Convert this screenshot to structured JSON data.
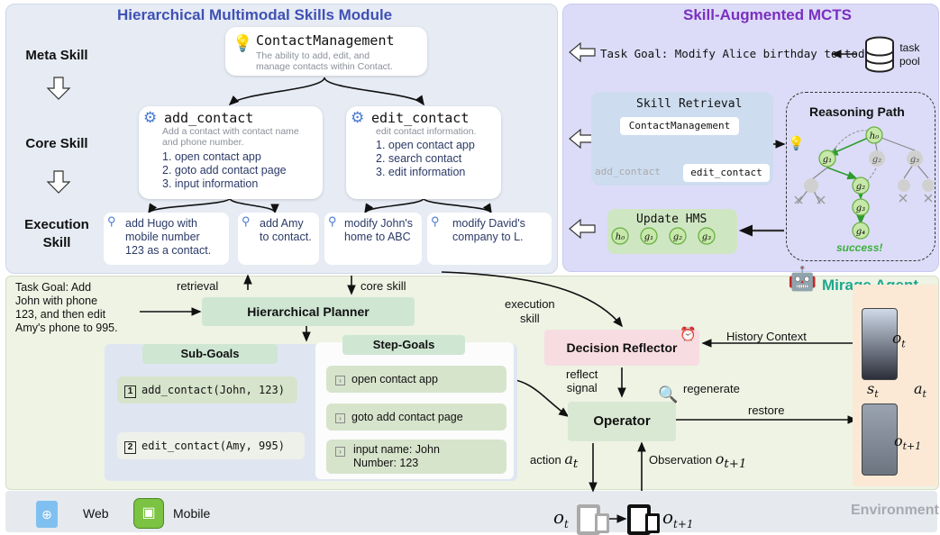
{
  "hms": {
    "title": "Hierarchical Multimodal Skills Module",
    "levels": {
      "meta": "Meta Skill",
      "core": "Core Skill",
      "execution_1": "Execution",
      "execution_2": "Skill"
    },
    "meta_card": {
      "name": "ContactManagement",
      "desc_1": "The ability to add, edit, and",
      "desc_2": "manage contacts within Contact."
    },
    "add_card": {
      "name": "add_contact",
      "desc_1": "Add a contact with contact name",
      "desc_2": "and phone number.",
      "step1": "1. open contact app",
      "step2": "2. goto add contact page",
      "step3": "3. input information"
    },
    "edit_card": {
      "name": "edit_contact",
      "desc_1": "edit contact information.",
      "step1": "1. open contact app",
      "step2": "2. search contact",
      "step3": "3. edit information"
    },
    "exec_1": {
      "l1": "add Hugo with",
      "l2": "mobile number",
      "l3": "123 as a contact."
    },
    "exec_2": {
      "l1": "add Amy",
      "l2": "to contact."
    },
    "exec_3": {
      "l1": "modify John's",
      "l2": "home to ABC"
    },
    "exec_4": {
      "l1": "modify David's",
      "l2": "company to L."
    }
  },
  "mcts": {
    "title": "Skill-Augmented MCTS",
    "task_goal": "Task Goal: Modify Alice birthday to today",
    "task_pool_1": "task",
    "task_pool_2": "pool",
    "retrieval_title": "Skill Retrieval",
    "retrieval_meta": "ContactManagement",
    "retrieval_add": "add_contact",
    "retrieval_edit": "edit_contact",
    "update_title": "Update HMS",
    "reasoning_title": "Reasoning Path",
    "success": "success!",
    "node_h0": "h",
    "node_g1": "g",
    "node_g2": "g",
    "node_g3": "g"
  },
  "mirage": {
    "title": "Mirage Agent",
    "task_goal": [
      "Task Goal: Add",
      "John with phone",
      "123, and then edit",
      "Amy's phone to 995."
    ],
    "retrieval": "retrieval",
    "core_skill": "core skill",
    "planner": "Hierarchical Planner",
    "subgoals_title": "Sub-Goals",
    "stepgoals_title": "Step-Goals",
    "subgoal_1_num": "1",
    "subgoal_1": "add_contact(John, 123)",
    "subgoal_2_num": "2",
    "subgoal_2": "edit_contact(Amy, 995)",
    "step_1": "open contact app",
    "step_2": "goto add contact page",
    "step_3_l1": "input name: John",
    "step_3_l2": "Number: 123",
    "execution_skill_1": "execution",
    "execution_skill_2": "skill",
    "reflector": "Decision Reflector",
    "history_context": "History Context",
    "reflect_1": "reflect",
    "reflect_2": "signal",
    "regenerate": "regenerate",
    "operator": "Operator",
    "restore": "restore",
    "action": "action",
    "observation": "Observation"
  },
  "environment": {
    "title": "Environment",
    "web": "Web",
    "mobile": "Mobile"
  },
  "colors": {
    "hms_title": "#3f51b5",
    "mcts_title": "#7b2fbf",
    "mirage_title": "#1ea88e",
    "green_node": "#c6e8a8"
  }
}
